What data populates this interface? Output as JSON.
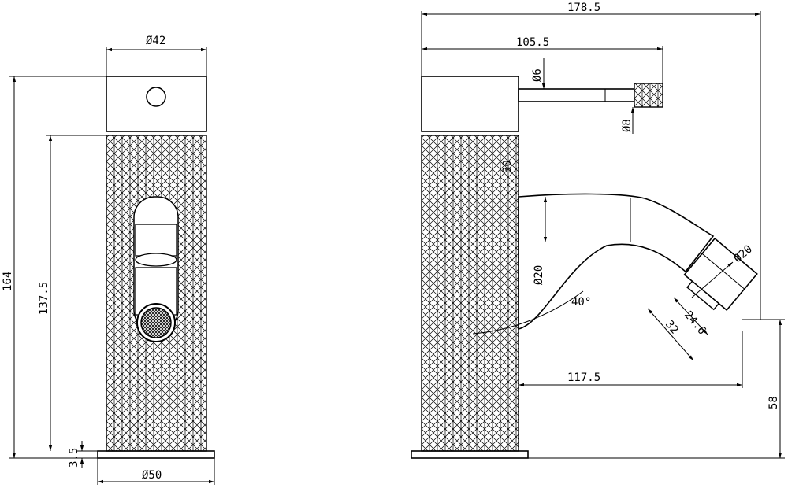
{
  "colors": {
    "line": "#000000",
    "background": "#ffffff"
  },
  "front_view": {
    "top_diameter": "Ø42",
    "base_diameter": "Ø50",
    "overall_height": "164",
    "body_height": "137.5",
    "base_thickness": "3.5"
  },
  "side_view": {
    "overall_length": "178.5",
    "handle_reach": "105.5",
    "handle_stem_diameter": "Ø6",
    "handle_knob_diameter": "Ø8",
    "spout_diameter": "Ø20",
    "spout_angle": "40°",
    "spout_reach": "117.5",
    "outlet_diameter": "Ø20",
    "outlet_inner": "24.6",
    "outlet_length": "32",
    "outlet_height": "58",
    "body_mark": "30"
  }
}
